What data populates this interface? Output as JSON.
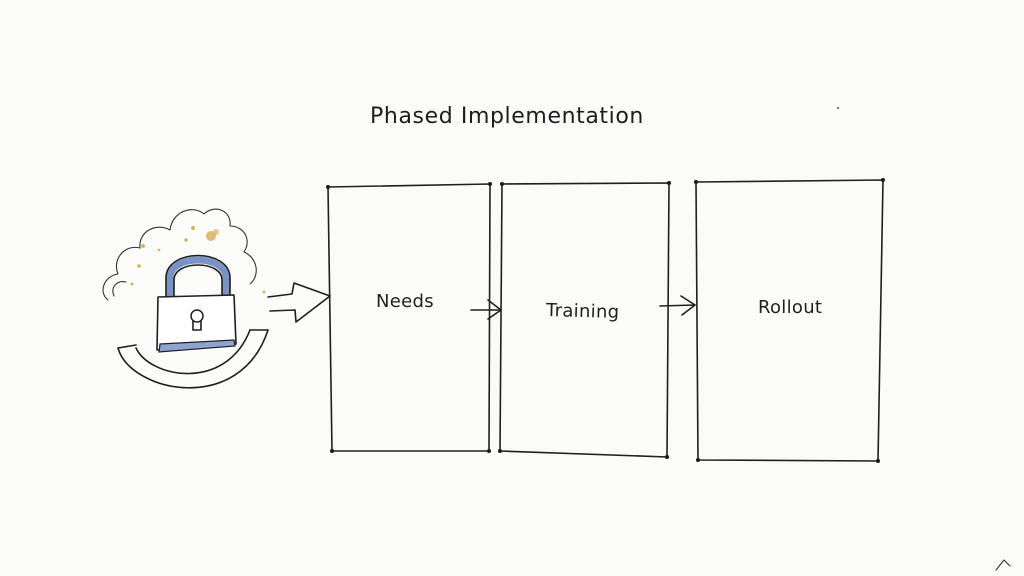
{
  "title": "Phased Implementation",
  "phases": [
    {
      "label": "Needs"
    },
    {
      "label": "Training"
    },
    {
      "label": "Rollout"
    }
  ],
  "icon": {
    "name": "padlock-icon",
    "accent_color": "#7b92c4",
    "sparkle_color": "#d9b35a"
  },
  "colors": {
    "background": "#fbfbfa",
    "ink": "#1f1f1f"
  }
}
